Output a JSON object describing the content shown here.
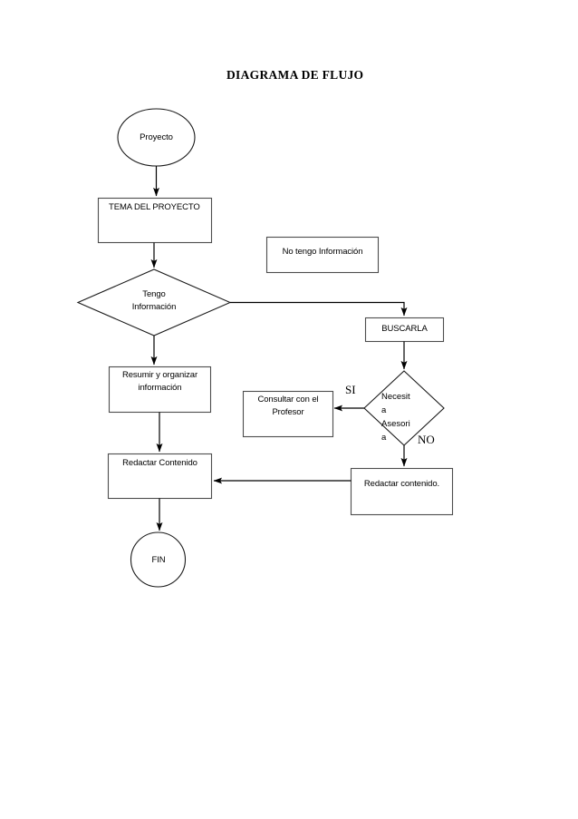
{
  "document": {
    "title": "DIAGRAMA DE FLUJO"
  },
  "flowchart": {
    "type": "flowchart",
    "nodes": [
      {
        "id": "start",
        "shape": "ellipse",
        "label": "Proyecto"
      },
      {
        "id": "tema",
        "shape": "rectangle",
        "label": "TEMA DEL PROYECTO"
      },
      {
        "id": "no-tengo-info",
        "shape": "rectangle",
        "label": "No tengo Información"
      },
      {
        "id": "tengo-info",
        "shape": "diamond",
        "label": "Tengo\nInformación"
      },
      {
        "id": "buscarla",
        "shape": "rectangle",
        "label": "BUSCARLA"
      },
      {
        "id": "resumir",
        "shape": "rectangle",
        "label": "Resumir y organizar\ninformación"
      },
      {
        "id": "consultar",
        "shape": "rectangle",
        "label": "Consultar con el\nProfesor"
      },
      {
        "id": "necesita-asesoria",
        "shape": "diamond",
        "label": "Necesit\na\nAsesori\na"
      },
      {
        "id": "redactar-izq",
        "shape": "rectangle",
        "label": "Redactar Contenido"
      },
      {
        "id": "redactar-der",
        "shape": "rectangle",
        "label": "Redactar contenido."
      },
      {
        "id": "fin",
        "shape": "circle",
        "label": "FIN"
      }
    ],
    "edge_labels": [
      {
        "id": "si",
        "label": "SI"
      },
      {
        "id": "no",
        "label": "NO"
      }
    ]
  },
  "colors": {
    "stroke": "#000000",
    "text": "#000000",
    "background": "#ffffff"
  }
}
